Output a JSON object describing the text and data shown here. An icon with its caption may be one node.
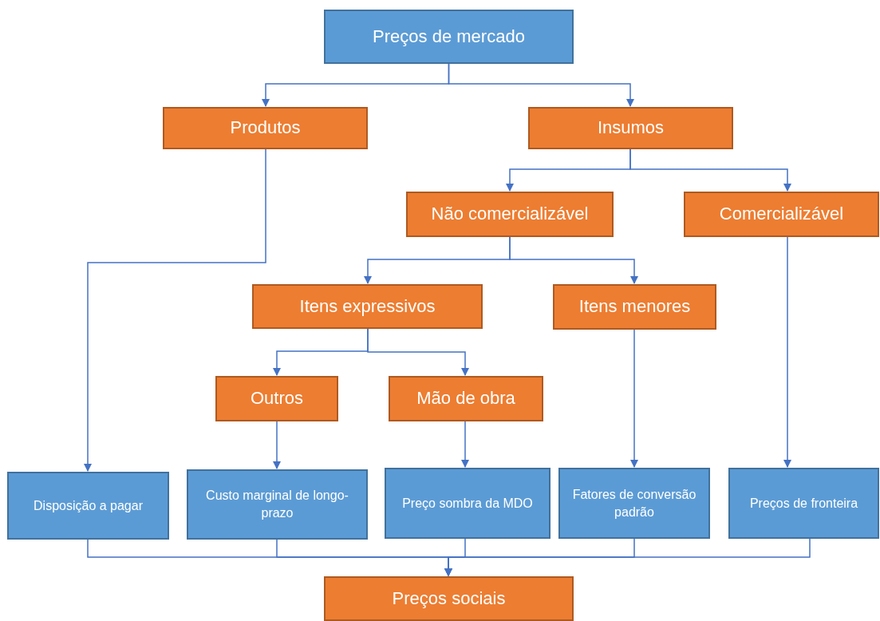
{
  "diagram": {
    "nodes": [
      {
        "text": [
          "Preços de mercado"
        ]
      },
      {
        "text": [
          "Produtos"
        ]
      },
      {
        "text": [
          "Insumos"
        ]
      },
      {
        "text": [
          "Não comercializável"
        ]
      },
      {
        "text": [
          "Comercializável"
        ]
      },
      {
        "text": [
          "Itens expressivos"
        ]
      },
      {
        "text": [
          "Itens menores"
        ]
      },
      {
        "text": [
          "Outros"
        ]
      },
      {
        "text": [
          "Mão de obra"
        ]
      },
      {
        "text": [
          "Disposição a pagar"
        ]
      },
      {
        "text": [
          "Custo marginal de longo-prazo"
        ]
      },
      {
        "text": [
          "Preço sombra da MDO"
        ]
      },
      {
        "text": [
          "Fatores de conversão padrão"
        ]
      },
      {
        "text": [
          "Preços de fronteira"
        ]
      },
      {
        "text": [
          "Preços sociais"
        ]
      }
    ],
    "edges": [
      {
        "from": 0,
        "to": 1,
        "arrow": "to"
      },
      {
        "from": 0,
        "to": 2,
        "arrow": "to"
      },
      {
        "from": 1,
        "to": 9,
        "arrow": "to"
      },
      {
        "from": 2,
        "to": 3,
        "arrow": "to"
      },
      {
        "from": 2,
        "to": 4,
        "arrow": "to"
      },
      {
        "from": 3,
        "to": 5,
        "arrow": "to"
      },
      {
        "from": 3,
        "to": 6,
        "arrow": "to"
      },
      {
        "from": 4,
        "to": 13,
        "arrow": "to"
      },
      {
        "from": 5,
        "to": 7,
        "arrow": "to"
      },
      {
        "from": 5,
        "to": 8,
        "arrow": "to"
      },
      {
        "from": 6,
        "to": 12,
        "arrow": "to"
      },
      {
        "from": 7,
        "to": 10,
        "arrow": "to"
      },
      {
        "from": 8,
        "to": 11,
        "arrow": "to"
      },
      {
        "from": 9,
        "to": 14,
        "arrow": "to"
      },
      {
        "from": 10,
        "to": 14,
        "arrow": "to"
      },
      {
        "from": 11,
        "to": 14,
        "arrow": "to"
      },
      {
        "from": 12,
        "to": 14,
        "arrow": "to"
      },
      {
        "from": 13,
        "to": 14,
        "arrow": "to"
      }
    ]
  }
}
